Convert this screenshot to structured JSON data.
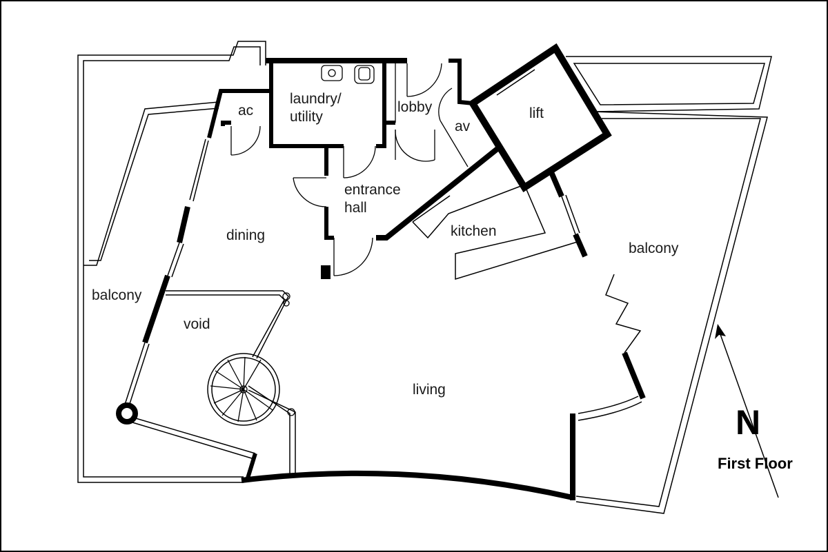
{
  "plan": {
    "rooms": {
      "ac": "ac",
      "laundry_line1": "laundry/",
      "laundry_line2": "utility",
      "lobby": "lobby",
      "av": "av",
      "lift": "lift",
      "entrance_line1": "entrance",
      "entrance_line2": "hall",
      "kitchen": "kitchen",
      "dining": "dining",
      "balcony_right": "balcony",
      "balcony_left": "balcony",
      "void": "void",
      "living": "living"
    },
    "north_label": "N",
    "floor_title": "First Floor"
  }
}
